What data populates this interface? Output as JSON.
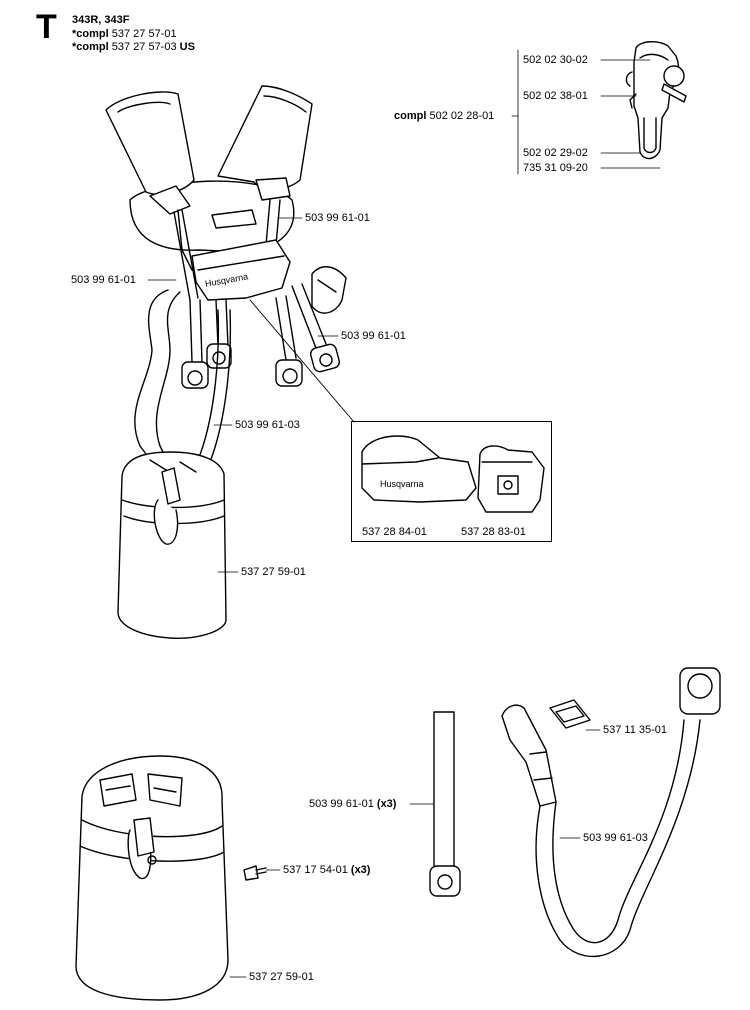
{
  "section": {
    "letter": "T"
  },
  "header": {
    "models": "343R, 343F",
    "compl_prefix": "*compl",
    "compl1": "537 27 57-01",
    "compl2": "537 27 57-03",
    "compl2_suffix": "US"
  },
  "clip_group": {
    "part_a": "502 02 30-02",
    "part_b": "502 02 38-01",
    "compl_word": "compl",
    "compl_number": "502 02 28-01",
    "part_c": "502 02 29-02",
    "part_d": "735 31 09-20"
  },
  "harness": {
    "strap_right": "503 99 61-01",
    "strap_left": "503 99 61-01",
    "strap_lower": "503 99 61-01",
    "hip_strap": "503 99 61-03",
    "hip_pad": "537 27 59-01"
  },
  "inset": {
    "part_left": "537 28 84-01",
    "part_right": "537 28 83-01",
    "logo_text": "Husqvarna"
  },
  "loose_parts": {
    "hip_pad": "537 27 59-01",
    "screw": "537 17 54-01",
    "screw_qty": "(x3)",
    "strap": "503 99 61-01",
    "strap_qty": "(x3)",
    "buckle": "537 11 35-01",
    "hip_strap": "503 99 61-03"
  },
  "harness_logo": "Husqvarna"
}
